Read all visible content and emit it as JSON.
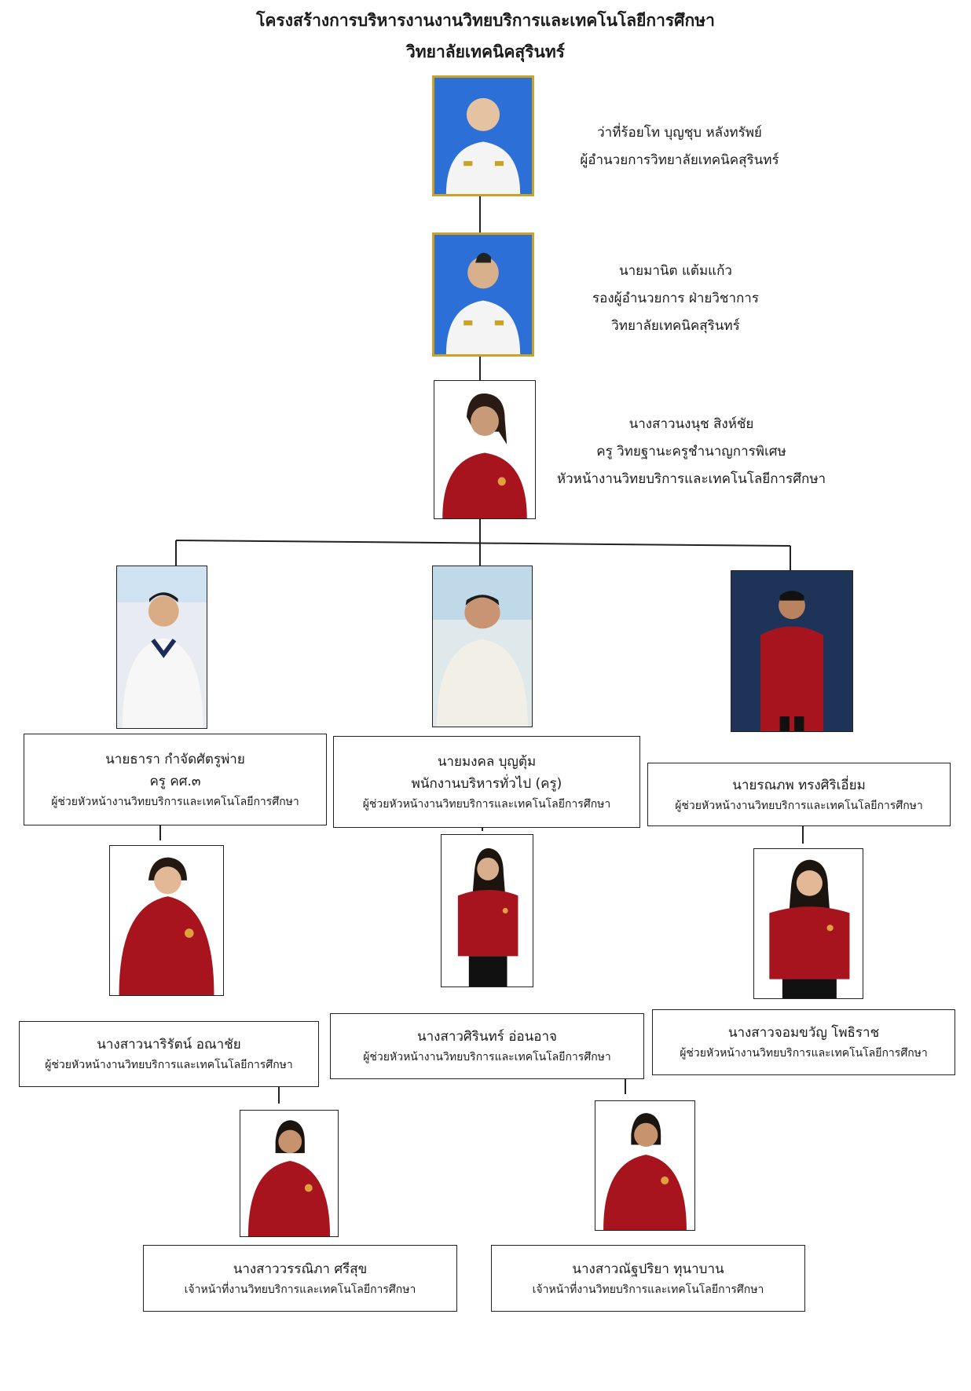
{
  "page": {
    "title_line1": "โครงสร้างการบริหารงานงานวิทยบริการและเทคโนโลยีการศึกษา",
    "title_line2": "วิทยาลัยเทคนิคสุรินทร์"
  },
  "colors": {
    "line": "#222222",
    "frame_gold": "#c9a227",
    "shirt_red": "#a8141e",
    "photo_blue": "#2c6fd6"
  },
  "director": {
    "name": "ว่าที่ร้อยโท บุญชุบ หลังทรัพย์",
    "position": "ผู้อำนวยการวิทยาลัยเทคนิคสุรินทร์"
  },
  "deputy": {
    "name": "นายมานิต แต้มแก้ว",
    "position": "รองผู้อำนวยการ ฝ่ายวิชาการ",
    "org": "วิทยาลัยเทคนิคสุรินทร์"
  },
  "head": {
    "name": "นางสาวนงนุช สิงห์ชัย",
    "rank": "ครู วิทยฐานะครูชำนาญการพิเศษ",
    "position": "หัวหน้างานวิทยบริการและเทคโนโลยีการศึกษา"
  },
  "assistants": [
    {
      "name": "นายธารา กำจัดศัตรูพ่าย",
      "rank": "ครู คศ.๓",
      "position": "ผู้ช่วยหัวหน้างานวิทยบริการและเทคโนโลยีการศึกษา"
    },
    {
      "name": "นายมงคล บุญตุ้ม",
      "rank": "พนักงานบริหารทั่วไป (ครู)",
      "position": "ผู้ช่วยหัวหน้างานวิทยบริการและเทคโนโลยีการศึกษา"
    },
    {
      "name": "นายรณภพ ทรงศิริเอี่ยม",
      "position": "ผู้ช่วยหัวหน้างานวิทยบริการและเทคโนโลยีการศึกษา"
    }
  ],
  "assistants2": [
    {
      "name": "นางสาวนาริรัตน์ อณาชัย",
      "position": "ผู้ช่วยหัวหน้างานวิทยบริการและเทคโนโลยีการศึกษา"
    },
    {
      "name": "นางสาวศิรินทร์ อ่อนอาจ",
      "position": "ผู้ช่วยหัวหน้างานวิทยบริการและเทคโนโลยีการศึกษา"
    },
    {
      "name": "นางสาวจอมขวัญ โพธิราช",
      "position": "ผู้ช่วยหัวหน้างานวิทยบริการและเทคโนโลยีการศึกษา"
    }
  ],
  "staff": [
    {
      "name": "นางสาววรรณิภา ศรีสุข",
      "position": "เจ้าหน้าที่งานวิทยบริการและเทคโนโลยีการศึกษา"
    },
    {
      "name": "นางสาวณัฐปริยา ทุนาบาน",
      "position": "เจ้าหน้าที่งานวิทยบริการและเทคโนโลยีการศึกษา"
    }
  ]
}
